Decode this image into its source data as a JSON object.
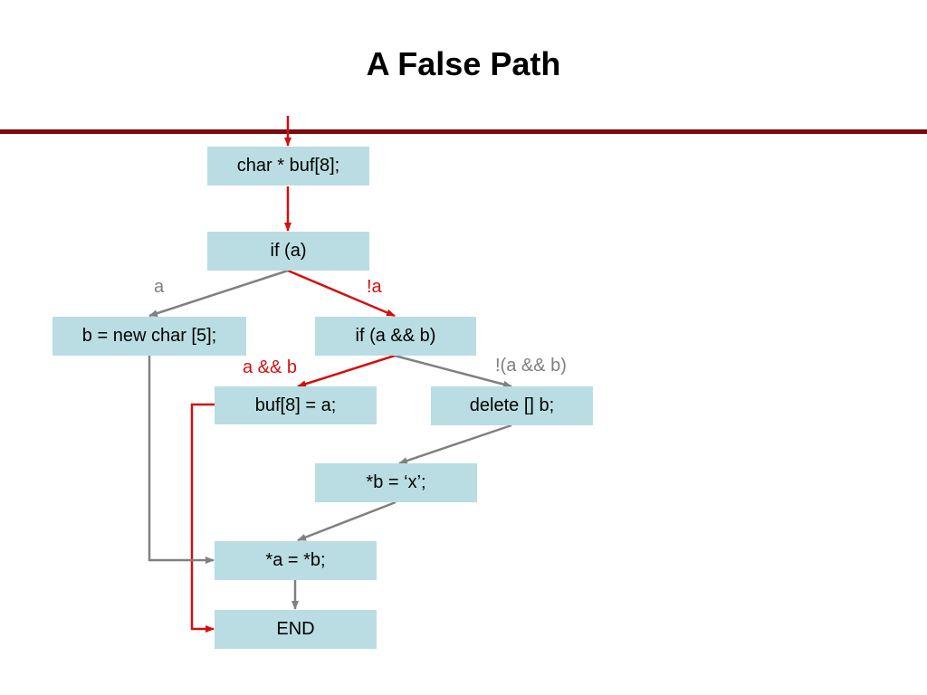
{
  "title": "A False Path",
  "colors": {
    "false_path": "#d40f0f",
    "normal_path": "#808080",
    "box_fill": "#b9dde2",
    "title_rule": "#7a0a10"
  },
  "nodes": {
    "decl": "char * buf[8];",
    "if_a": "if (a)",
    "alloc": "b = new char [5];",
    "if_ab": "if (a && b)",
    "buf_write": "buf[8] = a;",
    "delete": "delete [] b;",
    "star_b": "*b = ‘x’;",
    "assign": "*a = *b;",
    "end": "END"
  },
  "edge_labels": {
    "a": "a",
    "not_a": "!a",
    "a_and_b": "a && b",
    "not_a_and_b": "!(a && b)"
  }
}
